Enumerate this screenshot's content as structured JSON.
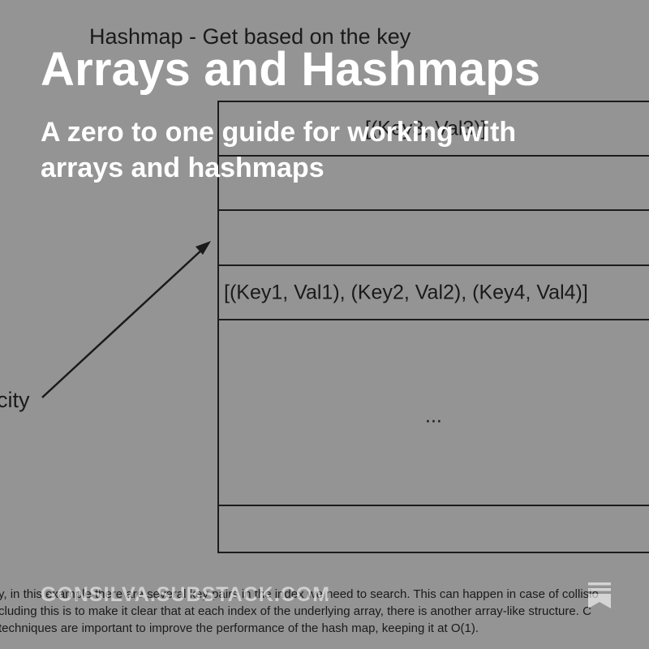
{
  "diagram": {
    "title": "Hashmap - Get based on the key",
    "rows": [
      "[(Key3, Val3)]",
      "",
      "",
      "[(Key1, Val1), (Key2, Val2), (Key4, Val4)]",
      "...",
      ""
    ],
    "side_label": "city",
    "footnote_lines": [
      "y, in this example there are several key pairs in the index we need to search. This can happen in case of collisio",
      "cluding this is to make it clear that at each index of the underlying array, there is another array-like structure. C",
      " techniques are important to improve the performance of the hash map, keeping it at O(1)."
    ]
  },
  "overlay": {
    "headline": "Arrays and Hashmaps",
    "subtitle": "A zero to one guide for working with arrays and hashmaps",
    "site_url": "GONSILVA.SUBSTACK.COM",
    "icon": "substack-icon"
  },
  "colors": {
    "background": "#949494",
    "ink": "#1a1a1a",
    "overlay_text": "#ffffff"
  }
}
